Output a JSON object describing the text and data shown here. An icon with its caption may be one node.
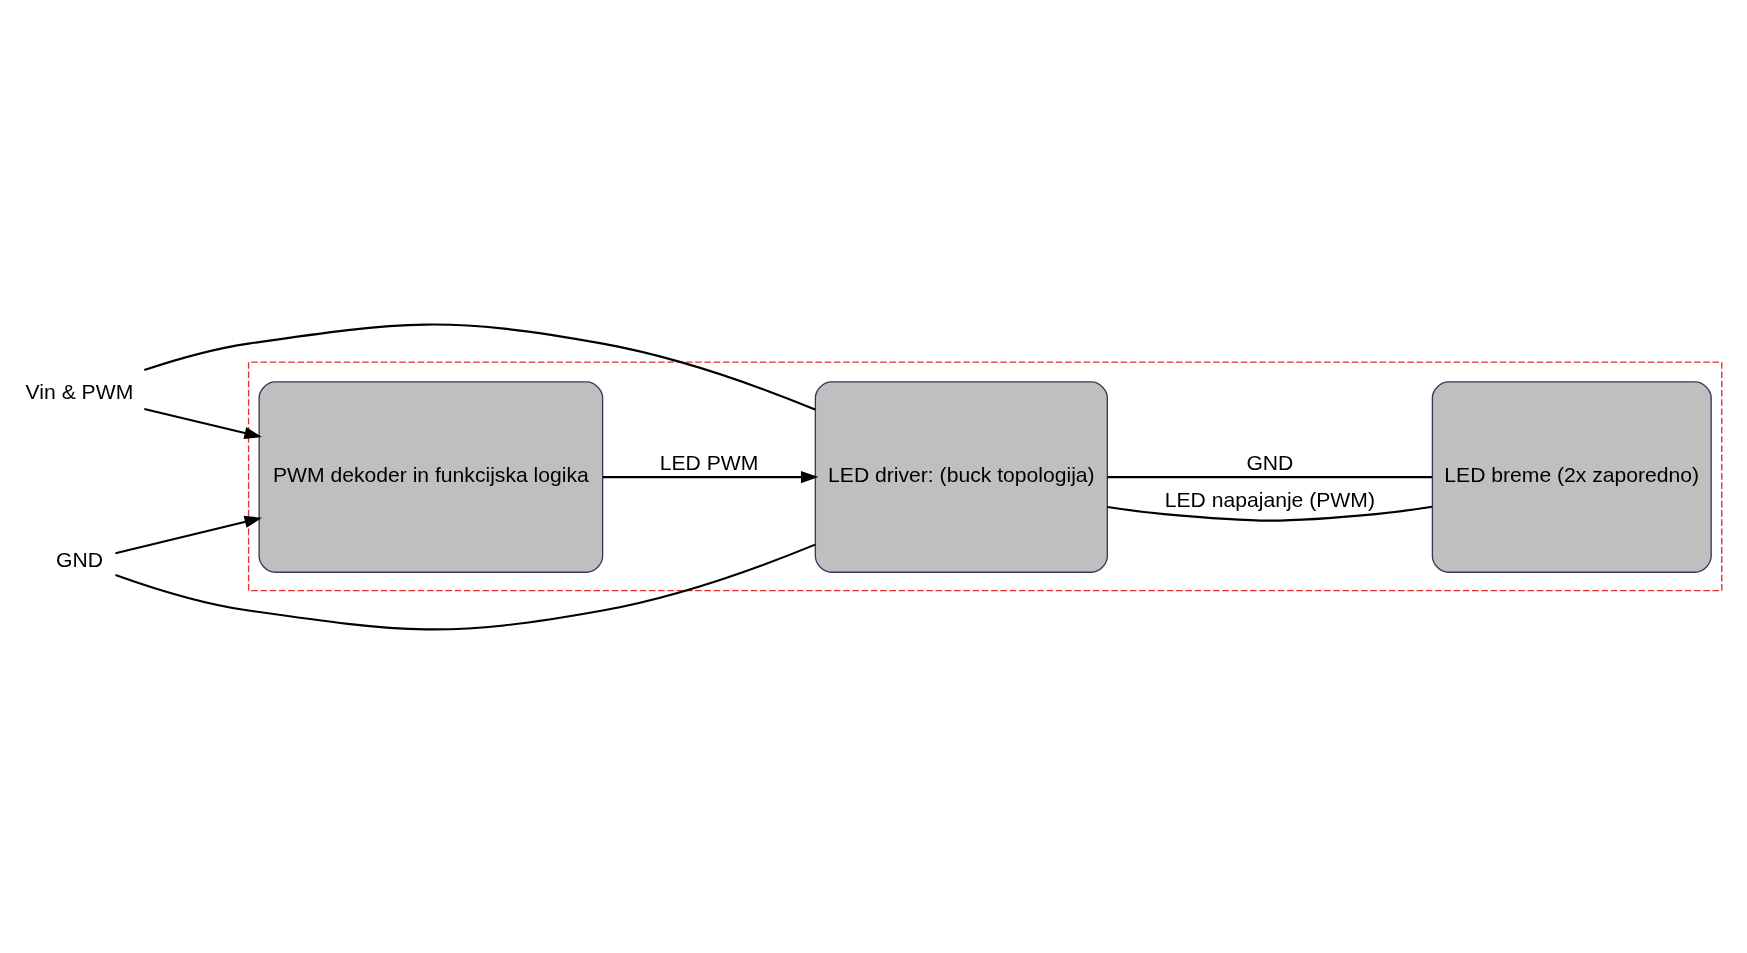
{
  "diagram": {
    "nodes": [
      {
        "text": [],
        "shape": "box"
      },
      {
        "text": [
          "Vin & PWM"
        ]
      },
      {
        "text": [
          "GND"
        ]
      },
      {
        "text": [
          "LED driver: (buck topologija)"
        ],
        "in": 0
      },
      {
        "text": [
          "LED breme (2x zaporedno)"
        ],
        "in": 0
      },
      {
        "text": [
          "PWM dekoder in funkcijska logika"
        ],
        "in": 0
      }
    ],
    "edges": [
      {
        "from": 1,
        "to": 3,
        "arrow": "none"
      },
      {
        "from": 1,
        "to": 5,
        "arrow": "to"
      },
      {
        "from": 2,
        "to": 3,
        "arrow": "none"
      },
      {
        "from": 2,
        "to": 5,
        "arrow": "to"
      },
      {
        "from": 5,
        "to": 3,
        "arrow": "to",
        "label": "LED PWM"
      },
      {
        "from": 3,
        "to": 4,
        "arrow": "none",
        "label": "LED napajanje (PWM)"
      },
      {
        "from": 3,
        "to": 4,
        "arrow": "none",
        "label": "GND"
      }
    ]
  }
}
